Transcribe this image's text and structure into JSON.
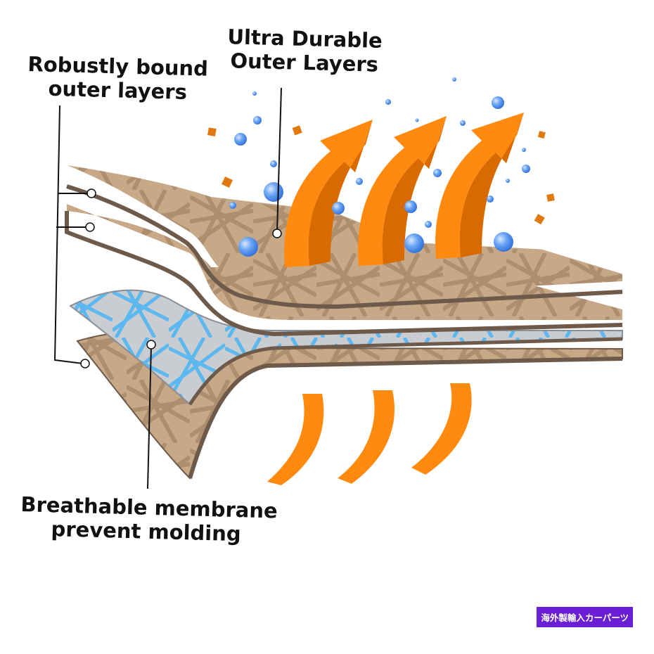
{
  "labels": {
    "robust": {
      "line1": "Robustly bound",
      "line2": "outer layers"
    },
    "ultra": {
      "line1": "Ultra Durable",
      "line2": "Outer Layers"
    },
    "breathable": {
      "line1": "Breathable membrane",
      "line2": "prevent molding"
    }
  },
  "watermark": "海外製輸入カーパーツ",
  "colors": {
    "fabric": "#c8a987",
    "fabric_pattern": "#a8896a",
    "edge": "#6e5a4a",
    "membrane": "#c9ccd0",
    "membrane_pattern": "#5cb8ee",
    "arrow": "#ff8a0f",
    "arrow_shade": "#d96a00",
    "bubble": "#4d8ff0",
    "particle": "#e07a10",
    "watermark_bg": "#6a1fd6"
  },
  "icons": [
    "flow-arrow-icon",
    "water-bubble-icon",
    "dust-particle-icon"
  ]
}
